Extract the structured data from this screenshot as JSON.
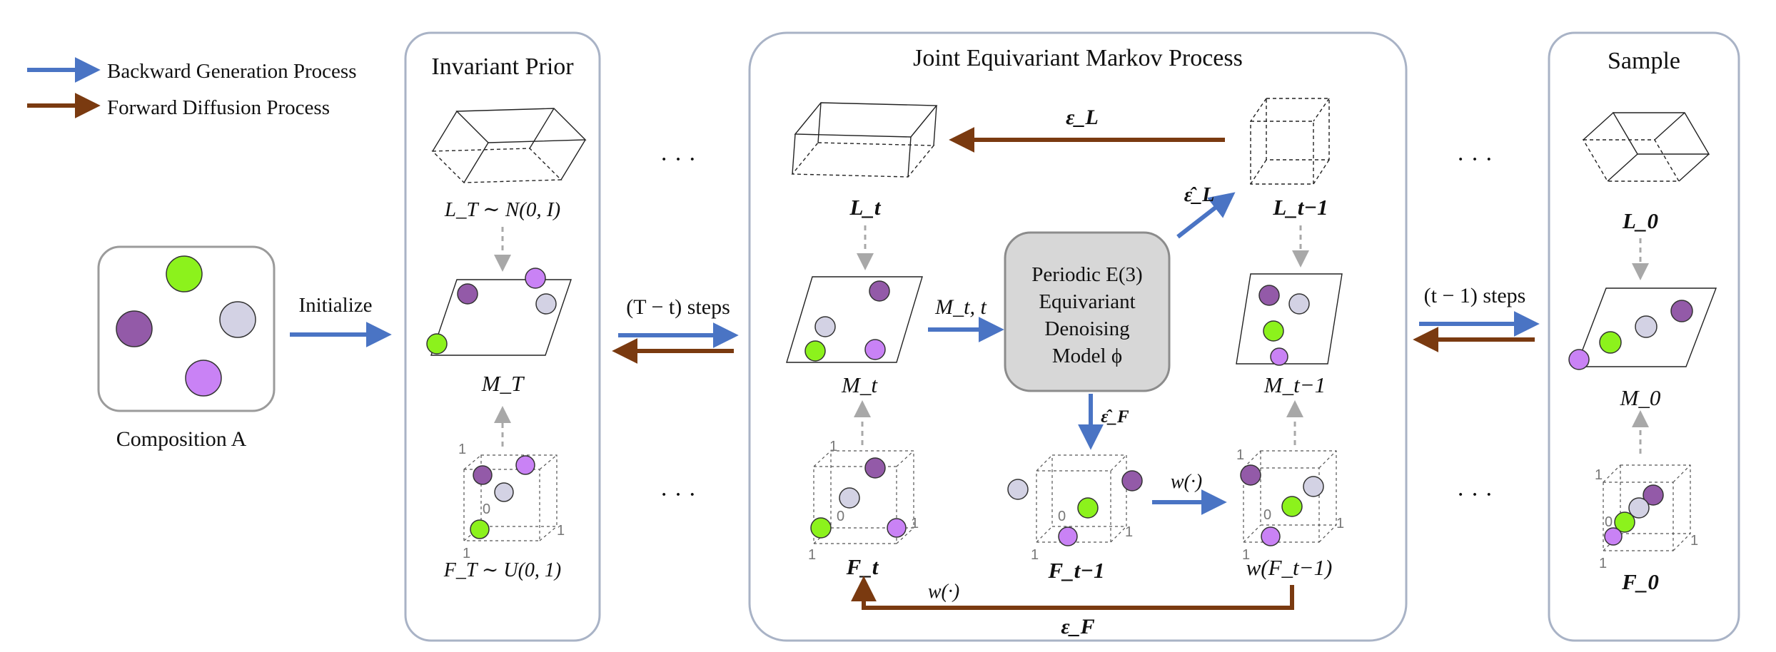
{
  "colors": {
    "blue_arrow": "#4a74c4",
    "brown_arrow": "#7a3a10",
    "panel_border": "#a9b3c6",
    "denoise_fill": "#d7d7d7",
    "atom_green": "#8cf21c",
    "atom_purple": "#935aa8",
    "atom_silver": "#d3d2e4",
    "atom_violet": "#c982f5"
  },
  "legend": {
    "backward": "Backward Generation Process",
    "forward": "Forward Diffusion Process"
  },
  "composition": {
    "label": "Composition A",
    "initialize": "Initialize"
  },
  "prior": {
    "title": "Invariant Prior",
    "lattice_label": "L_T ∼ N(0, I)",
    "molecule_label": "M_T",
    "frac_label": "F_T ∼ U(0, 1)"
  },
  "transitions": {
    "dots": "· · ·",
    "steps_left": "(T − t) steps",
    "steps_right": "(t − 1) steps"
  },
  "markov": {
    "title": "Joint Equivariant Markov Process",
    "eps_L": "ε_L",
    "eps_L_hat": "ε̂_L",
    "eps_F_hat": "ε̂_F",
    "eps_F": "ε_F",
    "L_t": "L_t",
    "L_t1": "L_t−1",
    "M_t": "M_t",
    "M_t1": "M_t−1",
    "F_t": "F_t",
    "F_t1": "F_t−1",
    "wF_t1": "w(F_t−1)",
    "M_t_input": "M_t, t",
    "w_op": "w(·)",
    "model_line1": "Periodic E(3)",
    "model_line2": "Equivariant",
    "model_line3": "Denoising",
    "model_line4": "Model ϕ"
  },
  "sample": {
    "title": "Sample",
    "L_0": "L_0",
    "M_0": "M_0",
    "F_0": "F_0"
  },
  "cube_ticks": {
    "zero": "0",
    "one": "1"
  }
}
